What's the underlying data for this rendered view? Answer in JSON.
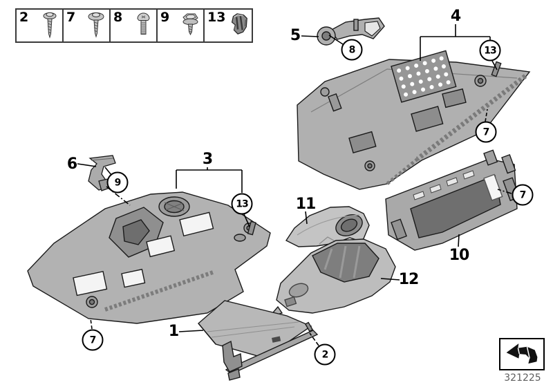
{
  "colors": {
    "background": "#ffffff",
    "outline": "#1a1a1a",
    "part_fill": "#b2b2b2",
    "part_dark": "#8a8a8a",
    "part_light": "#c9c9c9",
    "diagram_number_gray": "#5d5d5d"
  },
  "legend": {
    "items": [
      {
        "number": "2",
        "icon": "tapping-screw-icon"
      },
      {
        "number": "7",
        "icon": "washer-head-screw-icon"
      },
      {
        "number": "8",
        "icon": "machine-screw-icon"
      },
      {
        "number": "9",
        "icon": "hex-flange-screw-icon"
      },
      {
        "number": "13",
        "icon": "spring-clip-icon"
      }
    ]
  },
  "callouts": {
    "plain": [
      {
        "text": "5"
      },
      {
        "text": "4"
      },
      {
        "text": "6"
      },
      {
        "text": "3"
      },
      {
        "text": "11"
      },
      {
        "text": "12"
      },
      {
        "text": "10"
      },
      {
        "text": "1"
      }
    ],
    "circled": [
      {
        "text": "8"
      },
      {
        "text": "13"
      },
      {
        "text": "7"
      },
      {
        "text": "9"
      },
      {
        "text": "13"
      },
      {
        "text": "7"
      },
      {
        "text": "7"
      },
      {
        "text": "2"
      }
    ]
  },
  "footer": {
    "diagram_number": "321225",
    "logo": "page-turn-arrow-icon"
  }
}
